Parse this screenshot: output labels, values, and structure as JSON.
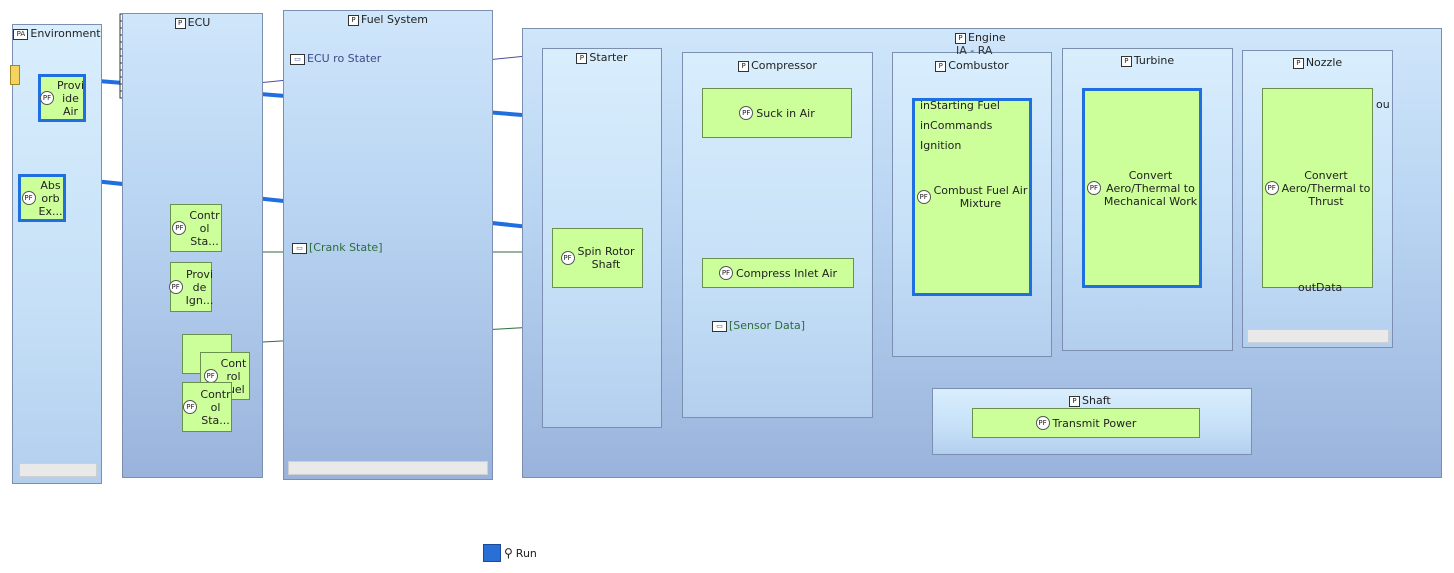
{
  "components": {
    "environment": "Environment",
    "ecu": "ECU",
    "fuel_system": "Fuel System",
    "engine": "Engine",
    "starter": "Starter",
    "compressor": "Compressor",
    "combustor": "Combustor",
    "turbine": "Turbine",
    "nozzle": "Nozzle",
    "shaft": "Shaft"
  },
  "functions": {
    "provide_air": "Provi\nide\nAir",
    "absorb_exhaust": "Abs\norb\nEx...",
    "control_starter": "Contr\nol\nSta...",
    "provide_ignition": "Provi\nde\nIgn...",
    "control_fuel": "Cont\nrol\nFuel",
    "control_state": "Contr\nol\nSta...",
    "suck_in_air": "Suck in Air",
    "compress_inlet_air": "Compress Inlet Air",
    "spin_rotor_shaft": "Spin Rotor\nShaft",
    "combust_fuel_air": "Combust Fuel Air\nMixture",
    "convert_turbine": "Convert\nAero/Thermal to\nMechanical Work",
    "convert_nozzle": "Convert\nAero/Thermal to\nThrust",
    "transmit_power": "Transmit Power"
  },
  "port_labels": {
    "in_starting_fuel": "inStarting Fuel",
    "in_commands": "inCommands",
    "ignition": "Ignition",
    "out_data": "outData",
    "ou": "ou",
    "ia_ra": "IA - RA"
  },
  "exchanges": {
    "ecu_to_starter": "ECU ro Stater",
    "crank_state": "[Crank State]",
    "sensor_data": "[Sensor Data]"
  },
  "badges": {
    "environment": "PA",
    "component": "P",
    "function": "PF"
  },
  "status": {
    "run_label": "Run"
  },
  "colors": {
    "selection_blue": "#1f6fe0",
    "function_green": "#ccff99",
    "component_blue": "#b7d3f1",
    "dotted_orange": "#e08a1e",
    "exchange_green": "#2e6b3a"
  }
}
